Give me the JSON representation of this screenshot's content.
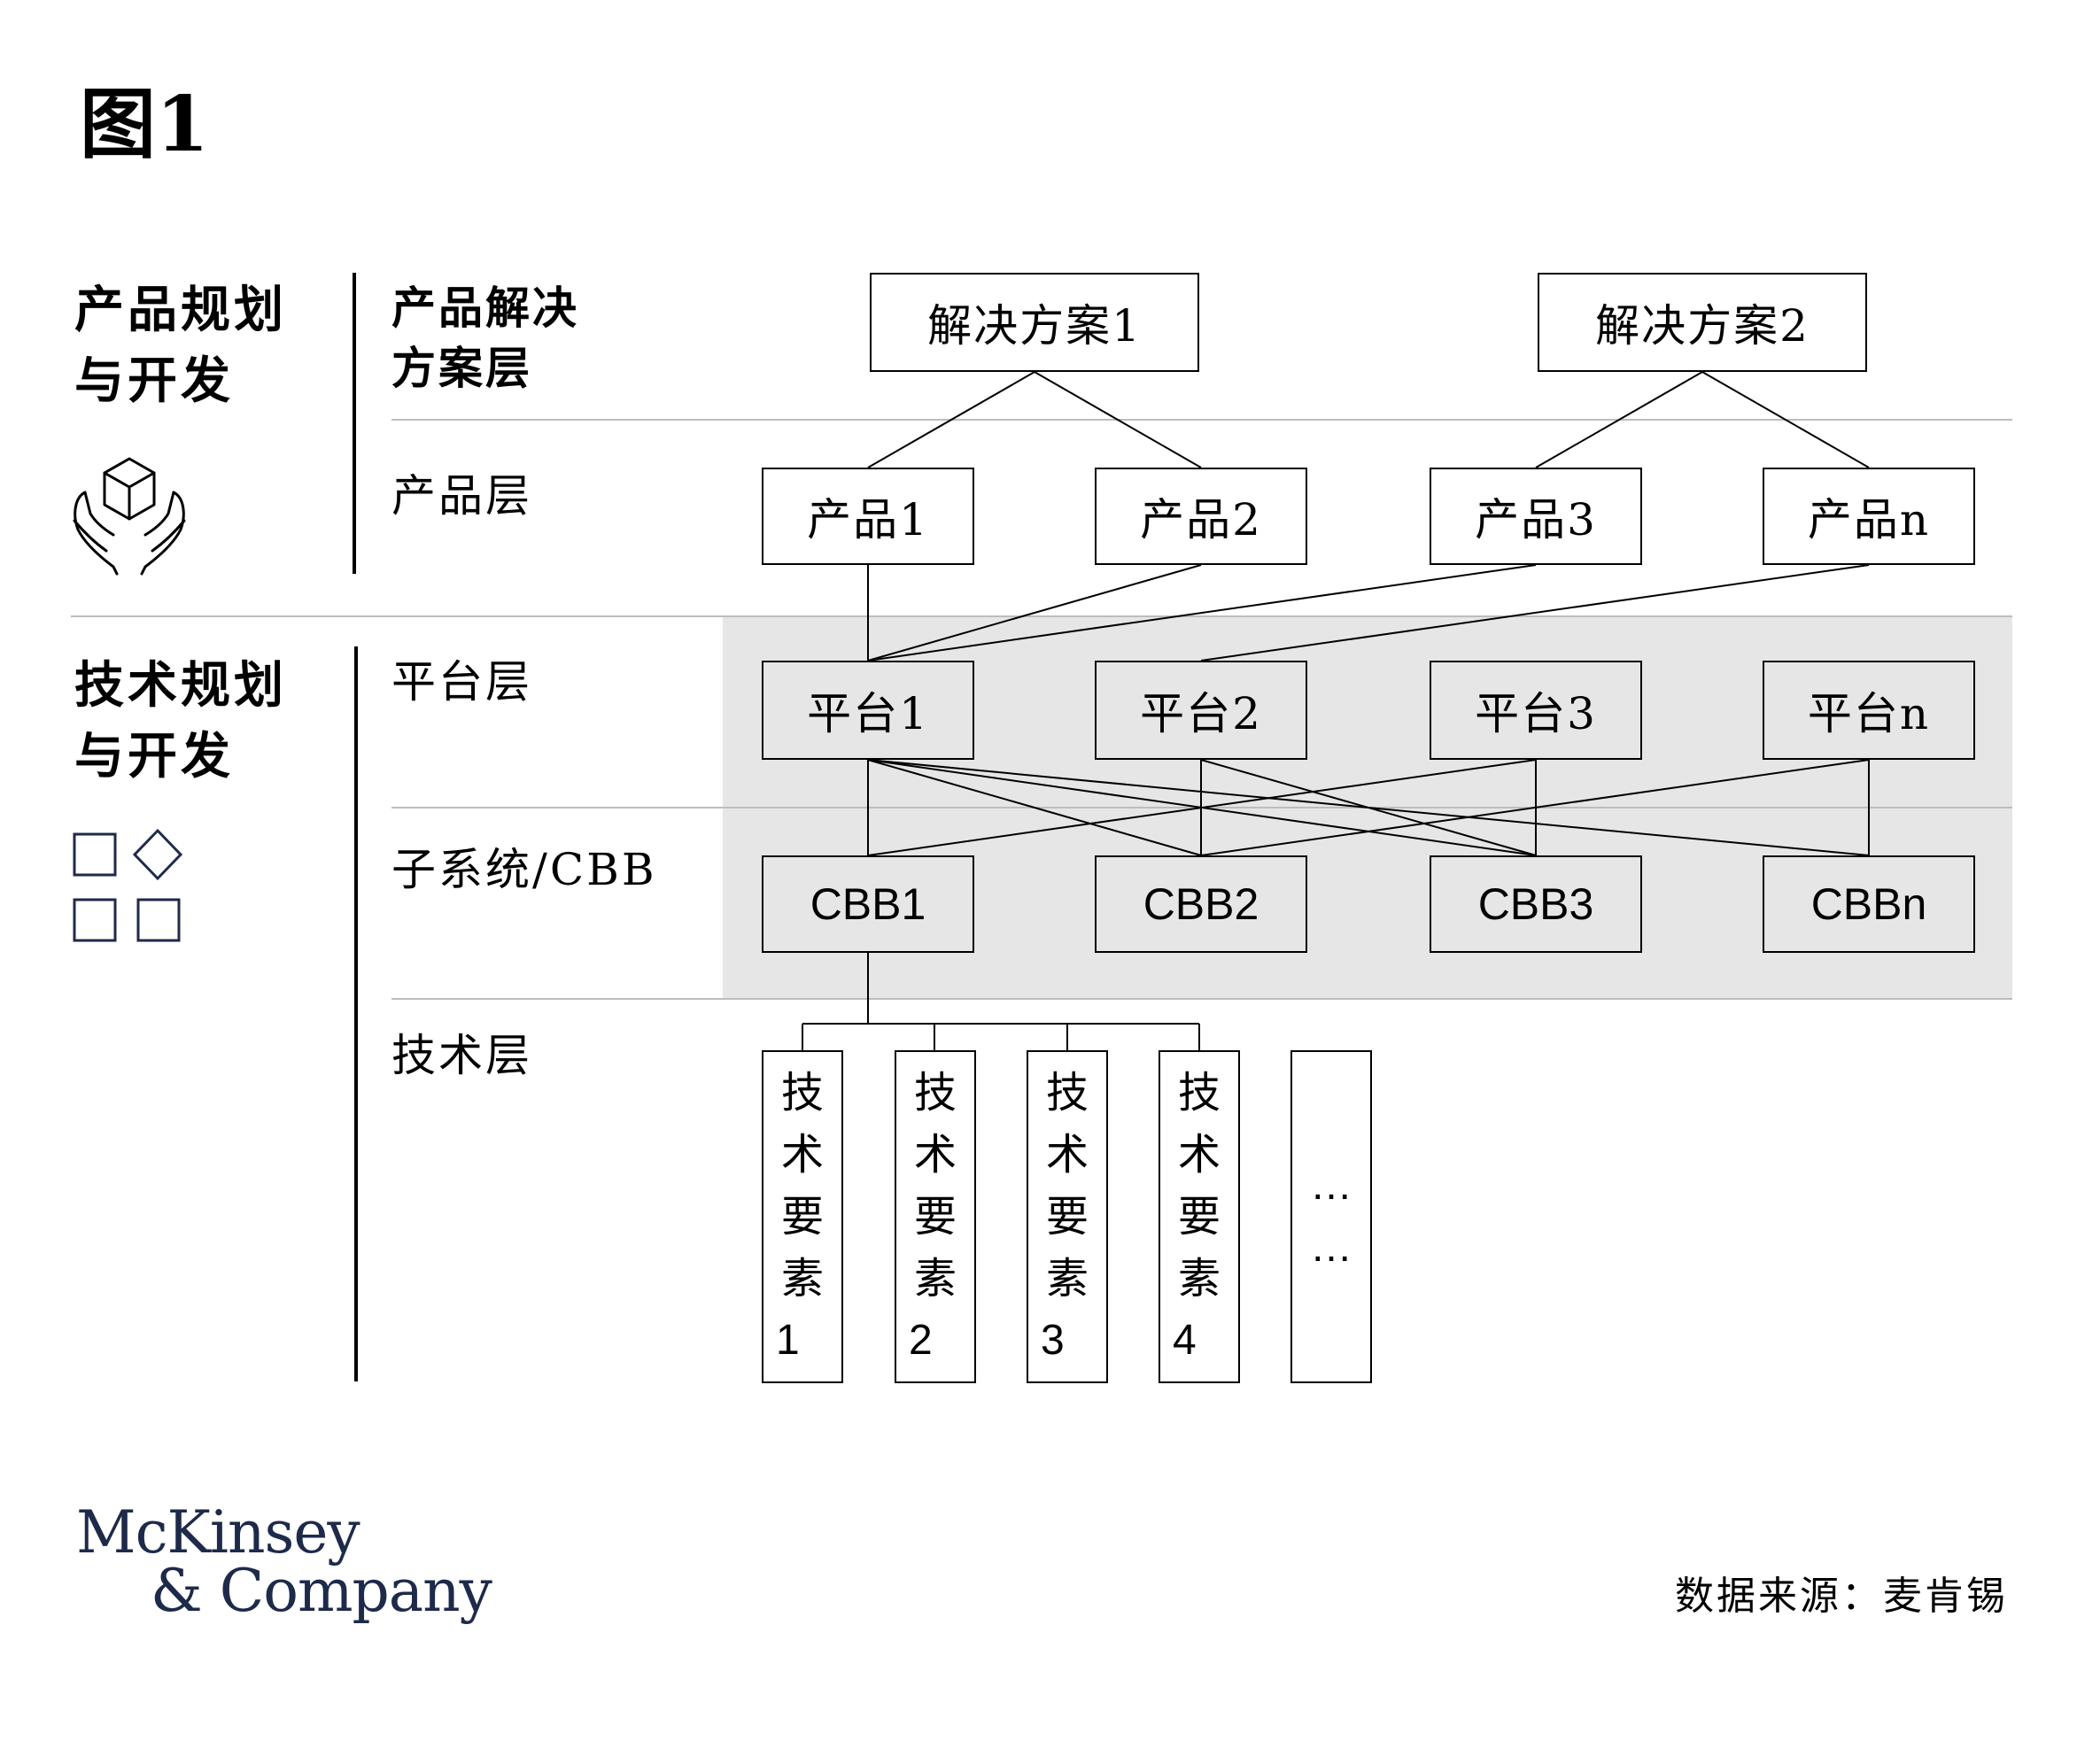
{
  "figure_title": "图1",
  "sections": [
    {
      "title_lines": [
        "产品规划",
        "与开发"
      ],
      "icon": "hands-holding-box-icon"
    },
    {
      "title_lines": [
        "技术规划",
        "与开发"
      ],
      "icon": "shapes-grid-icon"
    }
  ],
  "layers": {
    "solution": [
      "产品解决",
      "方案层"
    ],
    "product": "产品层",
    "platform": "平台层",
    "subsystem": "子系统/CBB",
    "technology": "技术层"
  },
  "solutions": [
    "解决方案1",
    "解决方案2"
  ],
  "products": [
    "产品1",
    "产品2",
    "产品3",
    "产品n"
  ],
  "platforms": [
    "平台1",
    "平台2",
    "平台3",
    "平台n"
  ],
  "cbbs": [
    "CBB1",
    "CBB2",
    "CBB3",
    "CBBn"
  ],
  "tech_elements": [
    {
      "chars": [
        "技",
        "术",
        "要",
        "素"
      ],
      "num": "1"
    },
    {
      "chars": [
        "技",
        "术",
        "要",
        "素"
      ],
      "num": "2"
    },
    {
      "chars": [
        "技",
        "术",
        "要",
        "素"
      ],
      "num": "3"
    },
    {
      "chars": [
        "技",
        "术",
        "要",
        "素"
      ],
      "num": "4"
    }
  ],
  "tech_more": [
    "…",
    "…"
  ],
  "source": "数据来源：麦肯锡",
  "logo": [
    "McKinsey",
    "& Company"
  ],
  "colors": {
    "band": "#e6e6e6",
    "divider": "#bdbdbd",
    "logo": "#1e2a4a",
    "line": "#000000"
  }
}
